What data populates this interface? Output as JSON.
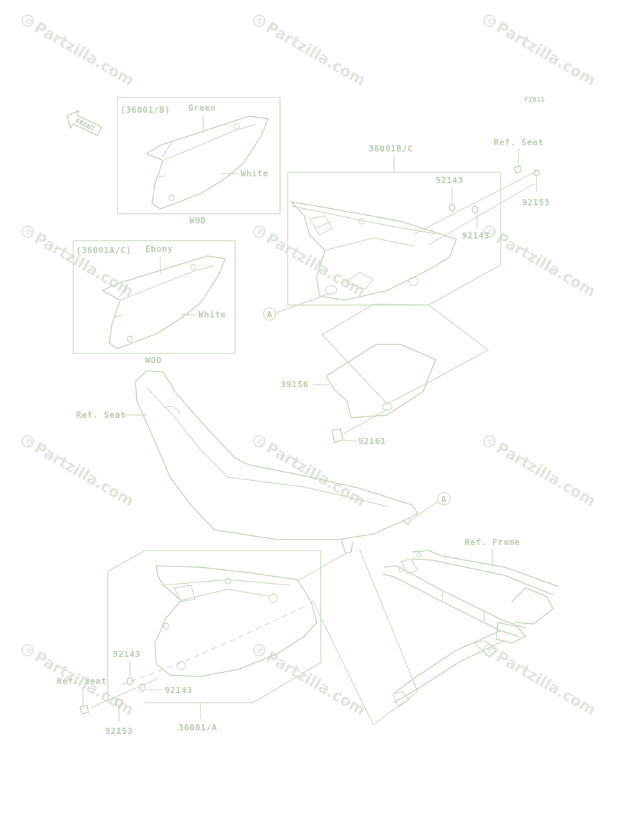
{
  "figure_code": "F2611",
  "front_label": "FRONT",
  "watermark": "Partzilla.com",
  "watermark_symbol": "©",
  "callout_letter": "A",
  "inset_top": {
    "code": "(36001/B)",
    "upper_color": "Green",
    "lower_color": "White",
    "footer": "WOD"
  },
  "inset_mid": {
    "code": "(36001A/C)",
    "upper_color": "Ebony",
    "lower_color": "White",
    "footer": "WOD"
  },
  "parts": {
    "cover_right": "36001B/C",
    "cover_left": "36001/A",
    "collar_top": "92143",
    "collar_right": "92143",
    "collar_left_1": "92143",
    "collar_left_2": "92143",
    "bolt_right": "92153",
    "bolt_left": "92153",
    "pad": "39156",
    "damper": "92161"
  },
  "refs": {
    "seat_top": "Ref. Seat",
    "seat_mid": "Ref. Seat",
    "seat_low": "Ref. Seat",
    "frame": "Ref. Frame"
  },
  "colors": {
    "line": "#c9d9c0",
    "text": "#b8ccb0",
    "watermark": "#dfe6dc"
  }
}
